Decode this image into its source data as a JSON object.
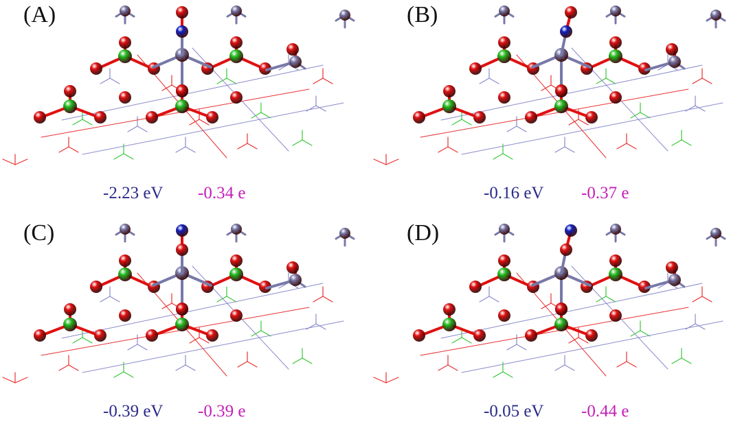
{
  "figure": {
    "colors": {
      "oxygen": "#e01010",
      "phosphorus": "#20c020",
      "metal": "#7878a8",
      "nitrogen": "#1020c0",
      "frame_red": "#e83030",
      "frame_blue": "#8a8acd",
      "frame_green": "#38c838",
      "energy_text": "#2a2a8a",
      "charge_text": "#c21fb8"
    },
    "panels": [
      {
        "label": "(A)",
        "energy": "-2.23 eV",
        "charge": "-0.34 e",
        "adsorbate_order": "N-down",
        "tilted": false
      },
      {
        "label": "(B)",
        "energy": "-0.16 eV",
        "charge": "-0.37 e",
        "adsorbate_order": "N-down",
        "tilted": true
      },
      {
        "label": "(C)",
        "energy": "-0.39 eV",
        "charge": "-0.39 e",
        "adsorbate_order": "O-down",
        "tilted": false
      },
      {
        "label": "(D)",
        "energy": "-0.05 eV",
        "charge": "-0.44 e",
        "adsorbate_order": "O-down",
        "tilted": true
      }
    ]
  }
}
